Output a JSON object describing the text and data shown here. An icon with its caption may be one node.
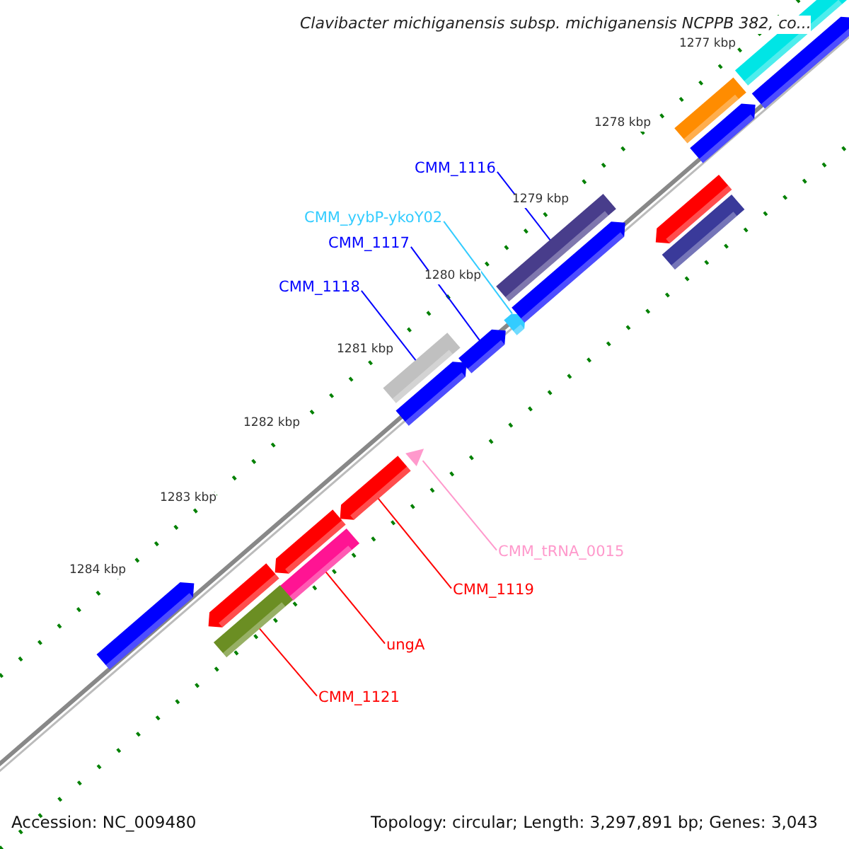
{
  "diagram": {
    "title": "Clavibacter michiganensis subsp. michiganensis NCPPB 382, co...",
    "nodes": [
      {
        "text": [
          "CMM_1116"
        ]
      },
      {
        "text": [
          "CMM_yybP-ykoY02"
        ]
      },
      {
        "text": [
          "CMM_1117"
        ]
      },
      {
        "text": [
          "CMM_1118"
        ]
      },
      {
        "text": [
          "CMM_tRNA_0015"
        ]
      },
      {
        "text": [
          "CMM_1119"
        ]
      },
      {
        "text": [
          "ungA"
        ]
      },
      {
        "text": [
          "CMM_1121"
        ]
      },
      {
        "text": [],
        "shape": "bar"
      },
      {
        "text": [],
        "shape": "arrow"
      },
      {
        "text": [],
        "shape": "arrow"
      },
      {
        "text": [],
        "shape": "bar"
      },
      {
        "text": [],
        "shape": "triangle"
      },
      {
        "text": [],
        "shape": "arrow"
      },
      {
        "text": [],
        "shape": "bar"
      },
      {
        "text": [],
        "shape": "bar"
      },
      {
        "text": [],
        "shape": "bar"
      },
      {
        "text": [],
        "shape": "arrow"
      },
      {
        "text": [],
        "shape": "bar"
      },
      {
        "text": [],
        "shape": "arrow"
      },
      {
        "text": [],
        "shape": "arrow"
      },
      {
        "text": [],
        "shape": "arrow"
      },
      {
        "text": [],
        "shape": "arrow"
      },
      {
        "text": [],
        "shape": "arrow"
      },
      {
        "text": [],
        "shape": "bar"
      },
      {
        "text": [],
        "shape": "arrow"
      },
      {
        "text": [],
        "shape": "arrow"
      }
    ],
    "edges": [
      {
        "from": 0,
        "to": 8,
        "arrow": "none",
        "color": "#0000ff"
      },
      {
        "from": 1,
        "to": 9,
        "arrow": "none",
        "color": "#33ccff"
      },
      {
        "from": 2,
        "to": 10,
        "arrow": "none",
        "color": "#0000ff"
      },
      {
        "from": 3,
        "to": 11,
        "arrow": "none",
        "color": "#0000ff"
      },
      {
        "from": 4,
        "to": 12,
        "arrow": "none",
        "color": "#ff99cc"
      },
      {
        "from": 5,
        "to": 13,
        "arrow": "none",
        "color": "#ff0000"
      },
      {
        "from": 6,
        "to": 14,
        "arrow": "none",
        "color": "#ff0000"
      },
      {
        "from": 7,
        "to": 15,
        "arrow": "none",
        "color": "#ff0000"
      }
    ],
    "labels": [
      "1277 kbp",
      "1278 kbp",
      "1279 kbp",
      "1280 kbp",
      "1281 kbp",
      "1282 kbp",
      "1283 kbp",
      "1284 kbp",
      "Accession: NC_009480",
      "Topology: circular; Length: 3,297,891 bp; Genes: 3,043"
    ]
  }
}
